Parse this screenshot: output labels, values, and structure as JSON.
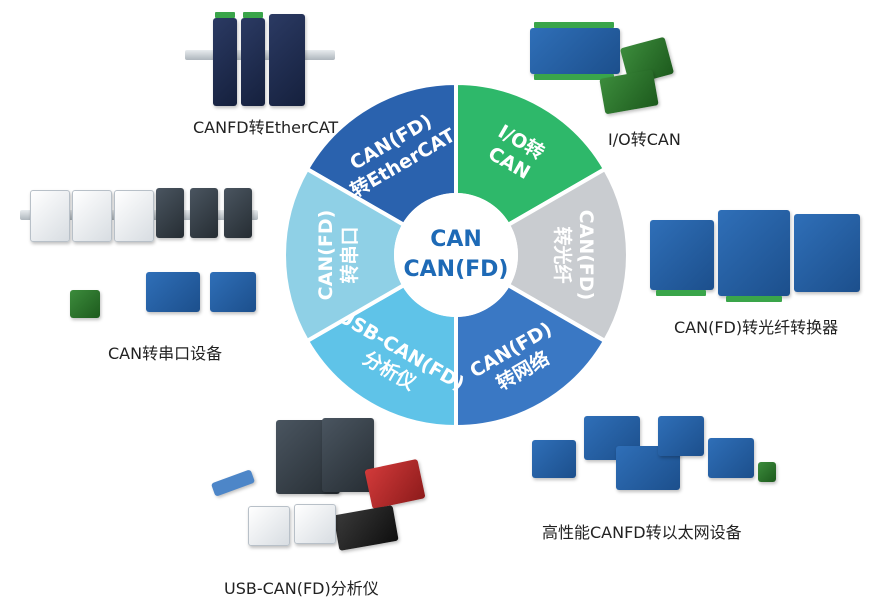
{
  "center": {
    "line1": "CAN",
    "line2": "CAN(FD)"
  },
  "segments": [
    {
      "id": "ethercat",
      "line1": "CAN(FD)",
      "line2": "转EtherCAT",
      "color": "#2a62ae"
    },
    {
      "id": "io",
      "line1": "I/O转",
      "line2": "CAN",
      "color": "#2eb86a"
    },
    {
      "id": "fiber",
      "line1": "CAN(FD)",
      "line2": "转光纤",
      "color": "#c9ccd0"
    },
    {
      "id": "network",
      "line1": "CAN(FD)",
      "line2": "转网络",
      "color": "#3a78c4"
    },
    {
      "id": "usb",
      "line1": "USB-CAN(FD)",
      "line2": "分析仪",
      "color": "#5fc3e8"
    },
    {
      "id": "serial",
      "line1": "CAN(FD)",
      "line2": "转串口",
      "color": "#8fd0e6"
    }
  ],
  "captions": {
    "ethercat": "CANFD转EtherCAT",
    "io": "I/O转CAN",
    "fiber": "CAN(FD)转光纤转换器",
    "network": "高性能CANFD转以太网设备",
    "usb": "USB-CAN(FD)分析仪",
    "serial": "CAN转串口设备"
  },
  "colors": {
    "ring_outline": "#ffffff",
    "center_fill": "#ffffff",
    "center_text": "#1e6ab6"
  }
}
